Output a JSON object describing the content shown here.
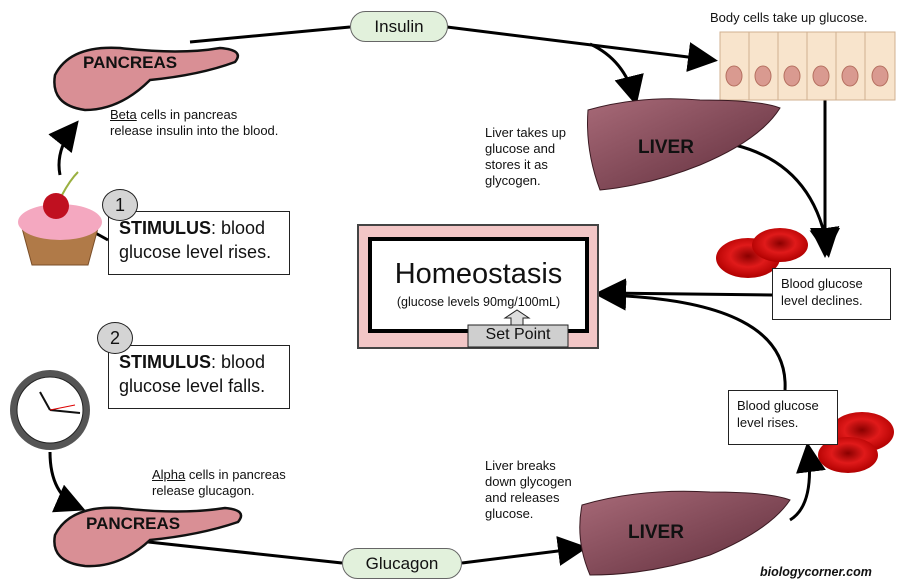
{
  "insulin_label": "Insulin",
  "glucagon_label": "Glucagon",
  "body_cells_text": "Body cells take up glucose.",
  "liver_top": {
    "label": "LIVER",
    "text": "Liver takes up\nglucose and\nstores it as\nglycogen."
  },
  "liver_bottom": {
    "label": "LIVER",
    "text": "Liver breaks\ndown glycogen\nand releases\nglucose."
  },
  "pancreas_top": {
    "label": "PANCREAS",
    "cell_type": "Beta",
    "text_rest": " cells in pancreas",
    "text_line2": "release insulin into the blood."
  },
  "pancreas_bottom": {
    "label": "PANCREAS",
    "cell_type": "Alpha",
    "text_rest": " cells in pancreas",
    "text_line2": "release glucagon."
  },
  "stimulus1": {
    "number": "1",
    "bold": "STIMULUS",
    "text": ":  blood",
    "line2": "glucose level rises."
  },
  "stimulus2": {
    "number": "2",
    "bold": "STIMULUS",
    "text": ":  blood",
    "line2": "glucose level falls."
  },
  "homeostasis": {
    "title": "Homeostasis",
    "subtitle": "(glucose levels 90mg/100mL)",
    "set_point": "Set Point"
  },
  "declines_text": "Blood glucose\nlevel declines.",
  "rises_text": "Blood glucose\nlevel rises.",
  "credit": "biologycorner.com",
  "colors": {
    "pill": "#e2f1dc",
    "homeostasis_frame": "#f2c6c6",
    "set_point": "#cfcfcf",
    "blood_cell": "#cc1111",
    "pancreas": "#d98f95",
    "liver": "#8a4a5a"
  }
}
